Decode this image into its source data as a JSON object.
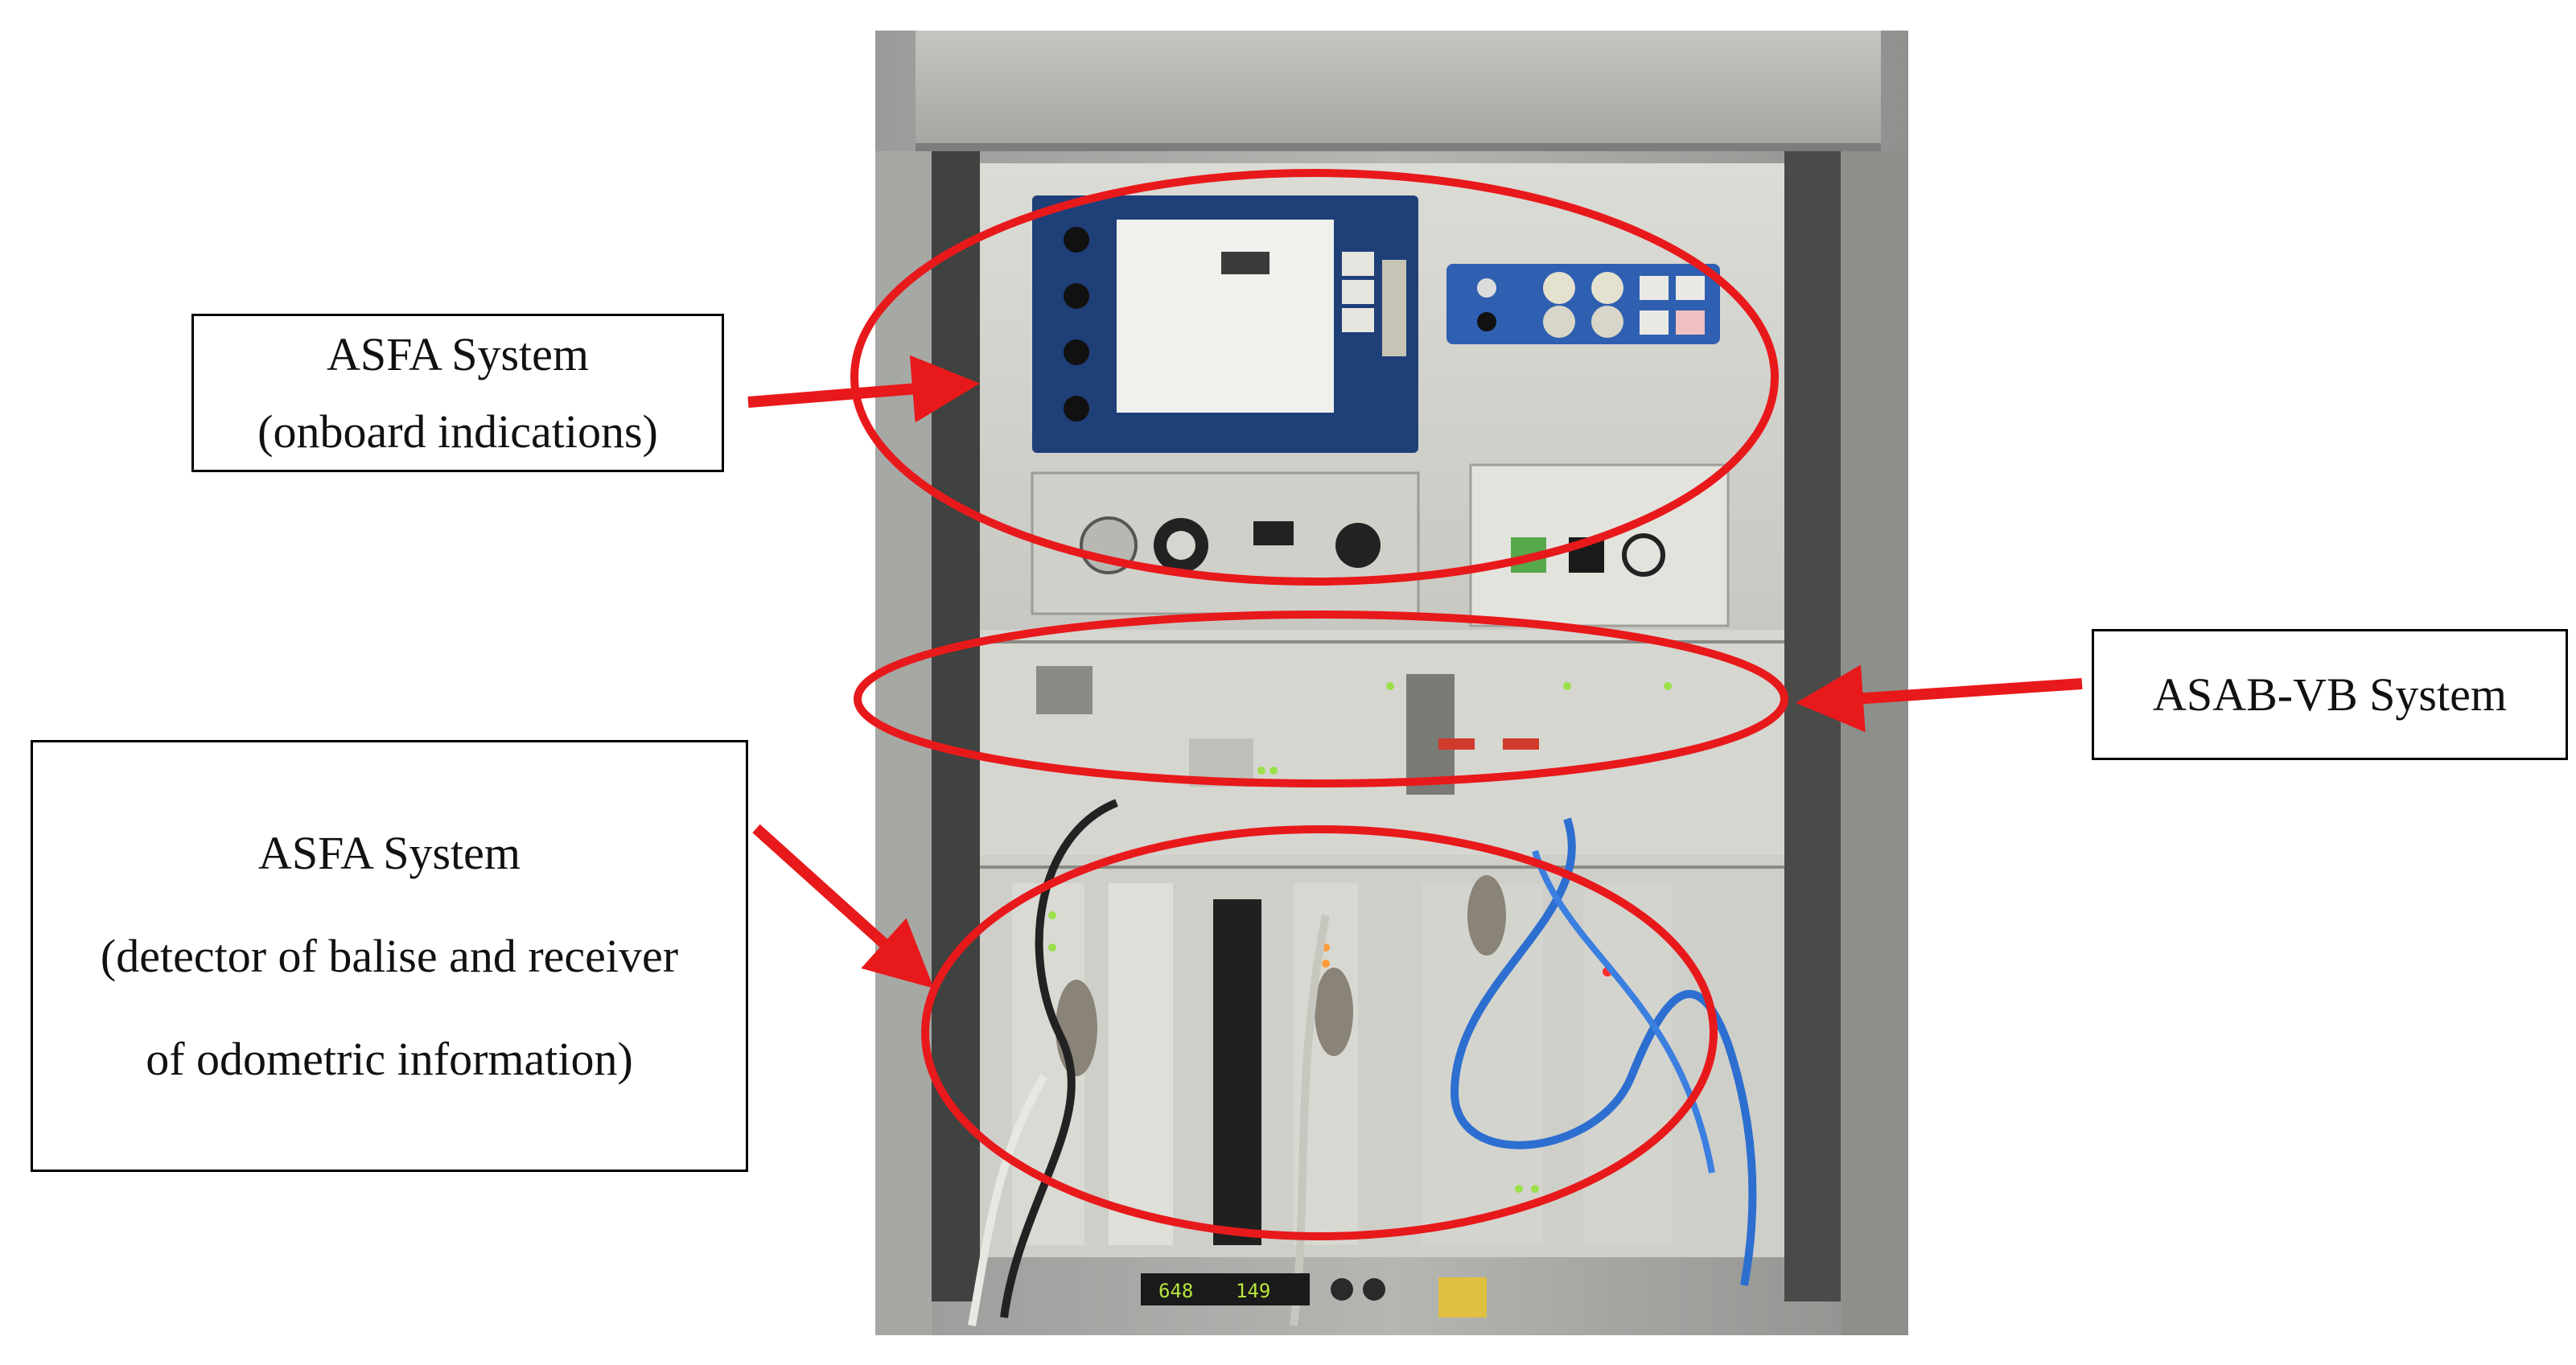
{
  "labels": {
    "onboard": {
      "line1": "ASFA System",
      "line2": "(onboard indications)"
    },
    "asab": {
      "line1": "ASAB-VB System"
    },
    "detector": {
      "line1": "ASFA System",
      "line2": "(detector of balise and receiver",
      "line3": "of odometric information)"
    }
  },
  "display": {
    "counter_left": "648",
    "counter_right": "149"
  },
  "colors": {
    "annotation": "#e8191b",
    "led_green": "#9be04a",
    "led_red": "#ff3030",
    "cable_blue": "#2d6fd0"
  },
  "icons": [
    "arrow-icon",
    "ellipse-highlight"
  ]
}
